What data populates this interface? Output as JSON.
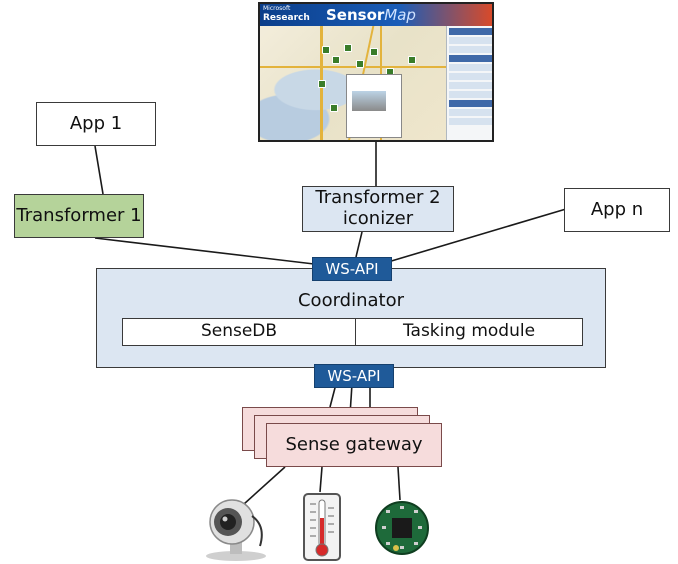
{
  "boxes": {
    "app1": "App 1",
    "transformer1": "Transformer 1",
    "transformer2": "Transformer 2\niconizer",
    "appn": "App n",
    "coordinator": "Coordinator",
    "sensedb": "SenseDB",
    "tasking": "Tasking module",
    "ws_api_top": "WS-API",
    "ws_api_bottom": "WS-API",
    "sense_gateway": "Sense gateway"
  },
  "screenshot": {
    "brand_line1": "Microsoft",
    "brand_line2": "Research",
    "title_bold": "Sensor",
    "title_italic": "Map"
  },
  "devices": [
    "webcam-icon",
    "thermometer-icon",
    "sensor-board-icon"
  ],
  "colors": {
    "green_box": "#b5d39a",
    "blue_box": "#dce6f2",
    "pink_box": "#f6dcdc",
    "ws_api": "#1f5a99"
  }
}
